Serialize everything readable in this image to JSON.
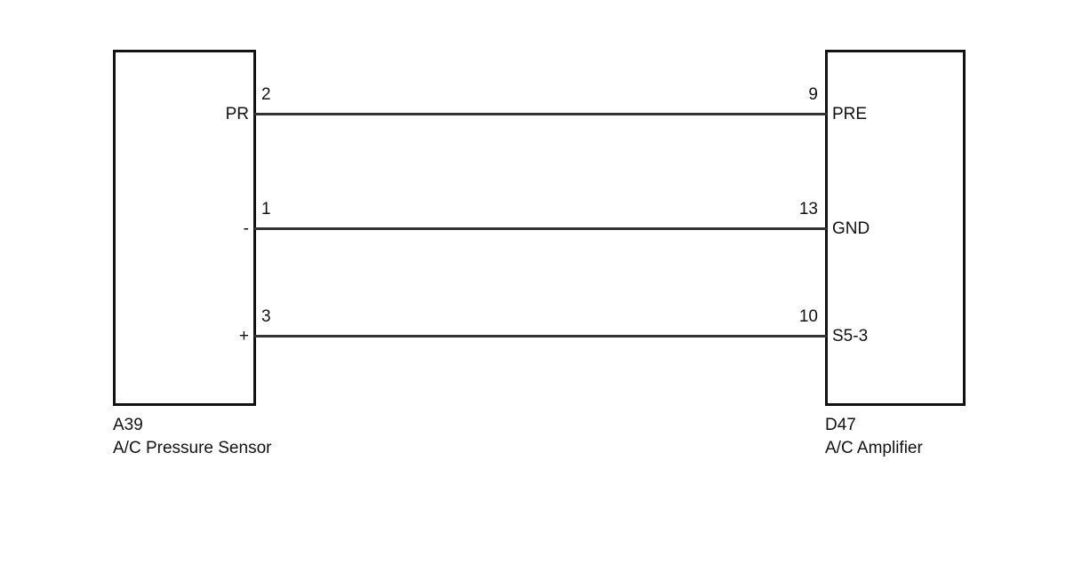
{
  "diagram": {
    "type": "automotive-wiring-harness-diagram",
    "background_color": "#ffffff",
    "line_color": "#333333",
    "border_color": "#121212",
    "text_color": "#111111",
    "components": [
      {
        "id": "A39",
        "name": "A/C Pressure Sensor",
        "side": "left",
        "terminals": [
          {
            "pin": "2",
            "label": "PR"
          },
          {
            "pin": "1",
            "label": "-"
          },
          {
            "pin": "3",
            "label": "+"
          }
        ]
      },
      {
        "id": "D47",
        "name": "A/C Amplifier",
        "side": "right",
        "terminals": [
          {
            "pin": "9",
            "label": "PRE"
          },
          {
            "pin": "13",
            "label": "GND"
          },
          {
            "pin": "10",
            "label": "S5-3"
          }
        ]
      }
    ],
    "connections": [
      {
        "from": "A39.2",
        "to": "D47.9",
        "signal": "PR to PRE"
      },
      {
        "from": "A39.1",
        "to": "D47.13",
        "signal": "- to GND"
      },
      {
        "from": "A39.3",
        "to": "D47.10",
        "signal": "+ to S5-3"
      }
    ]
  }
}
